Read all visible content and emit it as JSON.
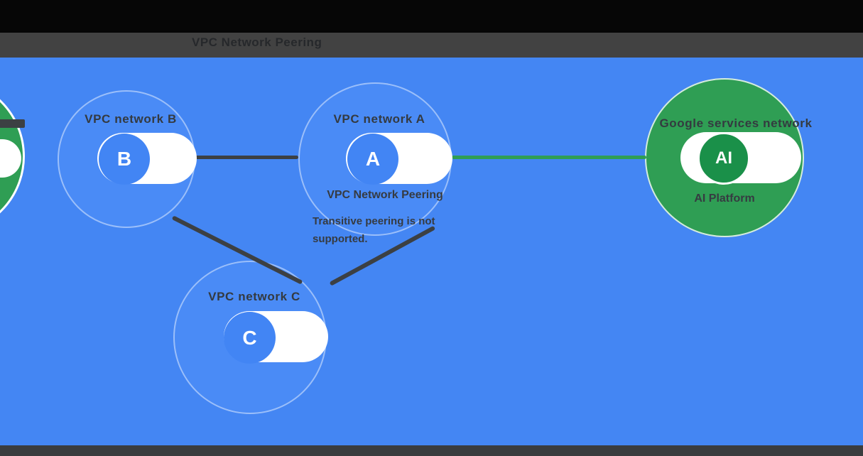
{
  "header": {
    "title": "VPC Network Peering"
  },
  "footer": {},
  "colors": {
    "background_blue": "#4486f3",
    "network_circle_blue": "#4a8bf6",
    "badge_blue": "#4285f4",
    "producer_green": "#2f9e54",
    "badge_green": "#1a9049",
    "line_dark": "#3c4043",
    "header_black": "#060606",
    "header_gray": "#424242",
    "footer_gray": "#3a3c3e",
    "pill_white": "#ffffff"
  },
  "networks": {
    "b": {
      "letter": "B",
      "label": "VPC network B"
    },
    "a": {
      "letter": "A",
      "label": "VPC network A",
      "sublabel": "VPC Network Peering"
    },
    "c": {
      "letter": "C",
      "label": "VPC network C"
    },
    "ai": {
      "letter": "AI",
      "label": "Google services network",
      "sublabel": "AI Platform"
    }
  },
  "note": "Transitive peering is not supported.",
  "connections": [
    {
      "from": "B",
      "to": "A",
      "style": "dark"
    },
    {
      "from": "B",
      "to": "C",
      "style": "dark"
    },
    {
      "from": "A",
      "to": "C",
      "style": "dark"
    },
    {
      "from": "A",
      "to": "AI",
      "style": "green"
    }
  ]
}
